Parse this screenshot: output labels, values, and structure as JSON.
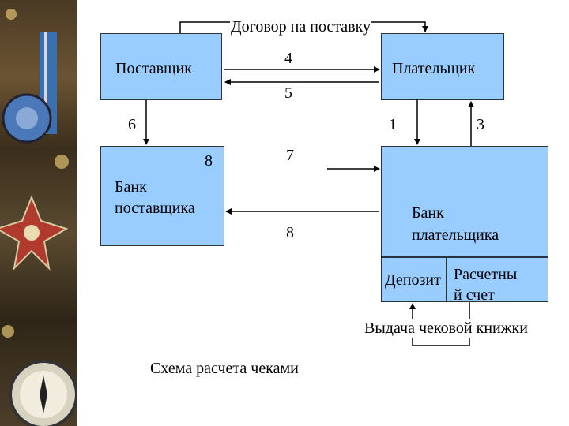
{
  "diagram": {
    "contract_label": "Договор на поставку",
    "supplier": "Поставщик",
    "payer": "Плательщик",
    "supplier_bank_line1": "Банк",
    "supplier_bank_line2": "поставщика",
    "payer_bank_line1": "Банк",
    "payer_bank_line2": "плательщика",
    "deposit": "Депозит",
    "account_line1": "Расчетны",
    "account_line2": "й  счет",
    "checkbook_issue": "Выдача чековой книжки",
    "caption": "Схема расчета чеками",
    "steps": {
      "s1": "1",
      "s3": "3",
      "s4": "4",
      "s5": "5",
      "s6": "6",
      "s7": "7",
      "s8a": "8",
      "s8b": "8"
    }
  },
  "colors": {
    "box_fill": "#99ccff",
    "line": "#000000"
  },
  "icons": [
    "medal-decoration",
    "star-order-decoration",
    "compass-decoration"
  ]
}
